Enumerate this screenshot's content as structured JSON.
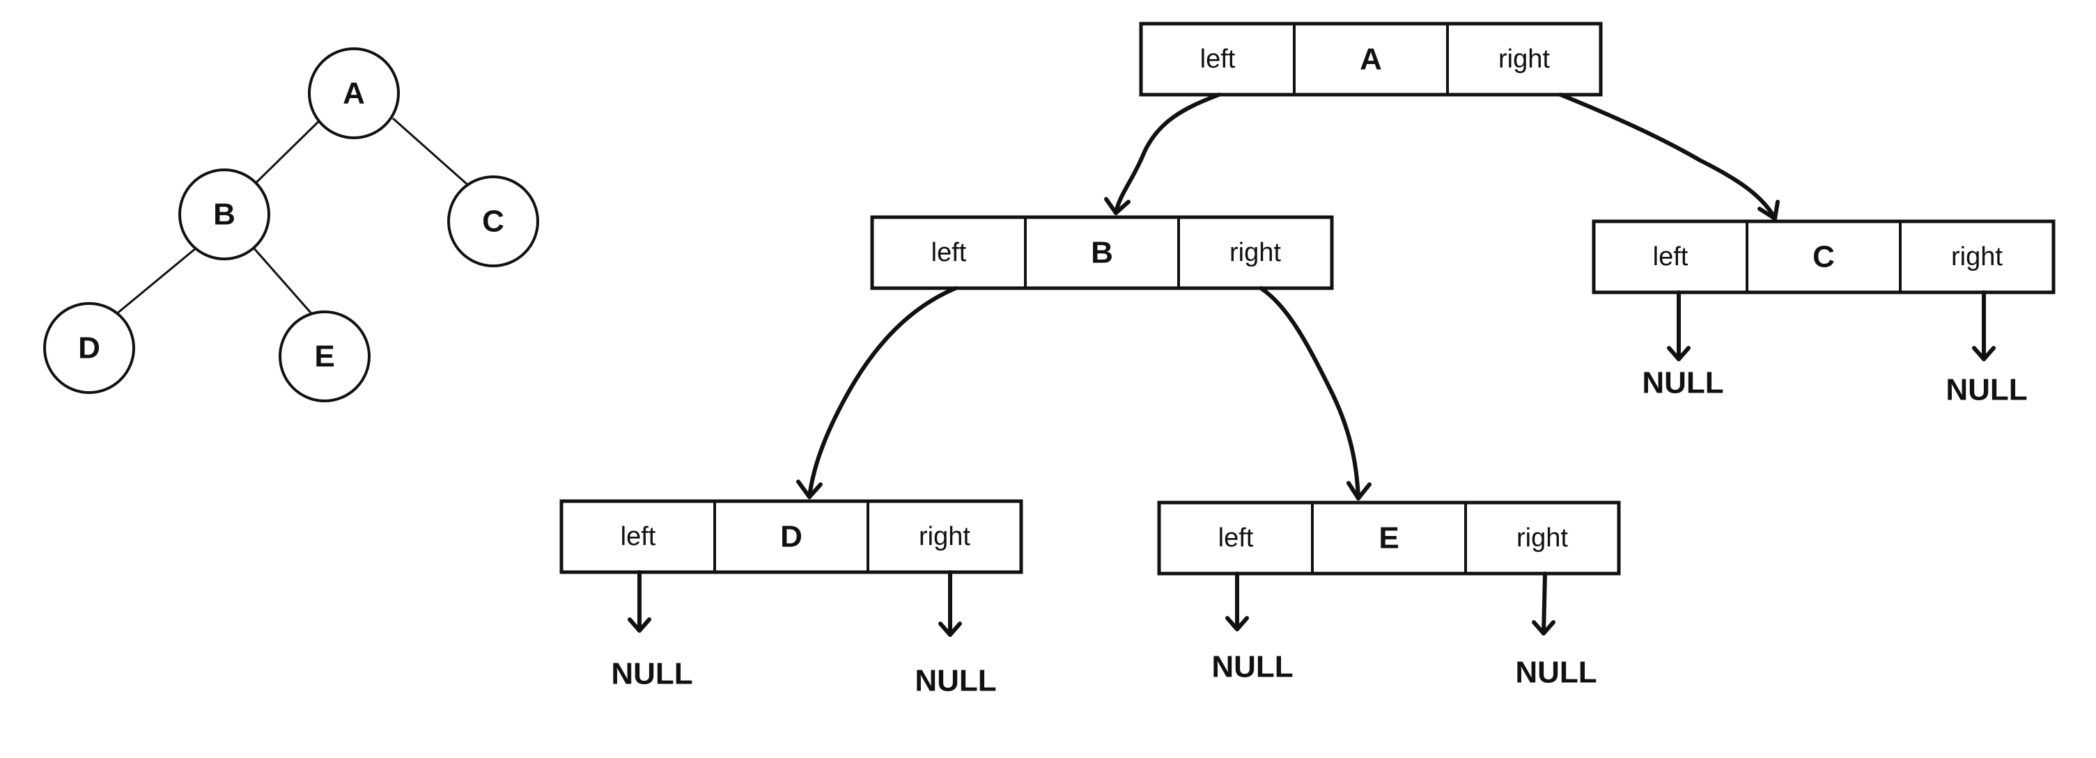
{
  "tree": {
    "nodes": [
      {
        "id": "A",
        "label": "A"
      },
      {
        "id": "B",
        "label": "B"
      },
      {
        "id": "C",
        "label": "C"
      },
      {
        "id": "D",
        "label": "D"
      },
      {
        "id": "E",
        "label": "E"
      }
    ],
    "edges": [
      [
        "A",
        "B"
      ],
      [
        "A",
        "C"
      ],
      [
        "B",
        "D"
      ],
      [
        "B",
        "E"
      ]
    ]
  },
  "linked": {
    "left_label": "left",
    "right_label": "right",
    "null_label": "NULL",
    "nodes": [
      {
        "id": "A",
        "label": "A",
        "left": "B",
        "right": "C"
      },
      {
        "id": "B",
        "label": "B",
        "left": "D",
        "right": "E"
      },
      {
        "id": "C",
        "label": "C",
        "left": null,
        "right": null
      },
      {
        "id": "D",
        "label": "D",
        "left": null,
        "right": null
      },
      {
        "id": "E",
        "label": "E",
        "left": null,
        "right": null
      }
    ]
  }
}
